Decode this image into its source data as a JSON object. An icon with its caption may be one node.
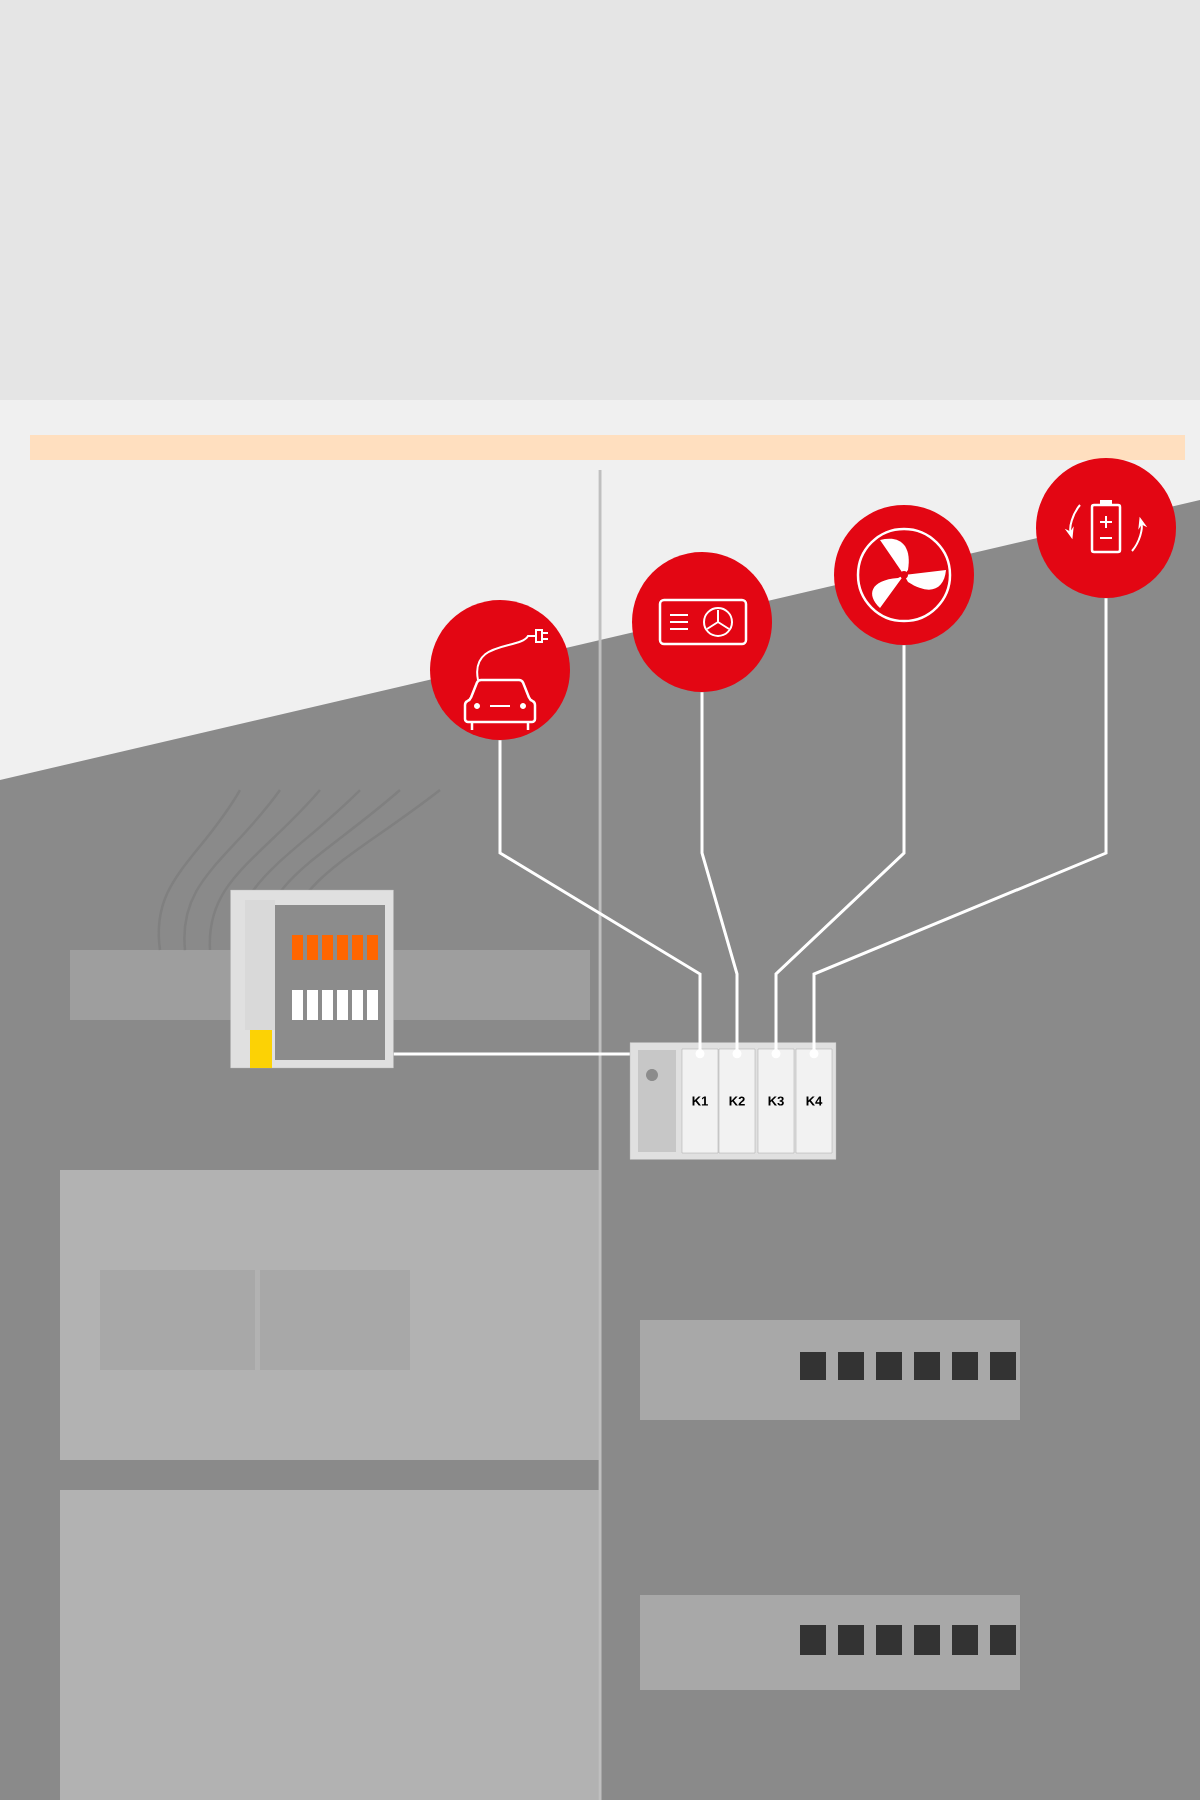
{
  "diagram": {
    "nodes": [
      {
        "text": [],
        "shape": "circle"
      },
      {
        "text": [],
        "shape": "circle"
      },
      {
        "text": [],
        "shape": "circle"
      },
      {
        "text": [],
        "shape": "circle"
      },
      {
        "text": [],
        "shape": "picture"
      },
      {
        "text": [],
        "shape": "picture"
      },
      {
        "text": [
          "K1"
        ],
        "in": 5
      },
      {
        "text": [
          "K2"
        ],
        "in": 5
      },
      {
        "text": [
          "K3"
        ],
        "in": 5
      },
      {
        "text": [
          "K4"
        ],
        "in": 5
      }
    ],
    "edges": [
      {
        "from": 0,
        "to": 6,
        "arrow": "none"
      },
      {
        "from": 1,
        "to": 7,
        "arrow": "none"
      },
      {
        "from": 2,
        "to": 8,
        "arrow": "none"
      },
      {
        "from": 3,
        "to": 9,
        "arrow": "none"
      },
      {
        "from": 4,
        "to": 5,
        "arrow": "none"
      }
    ]
  }
}
